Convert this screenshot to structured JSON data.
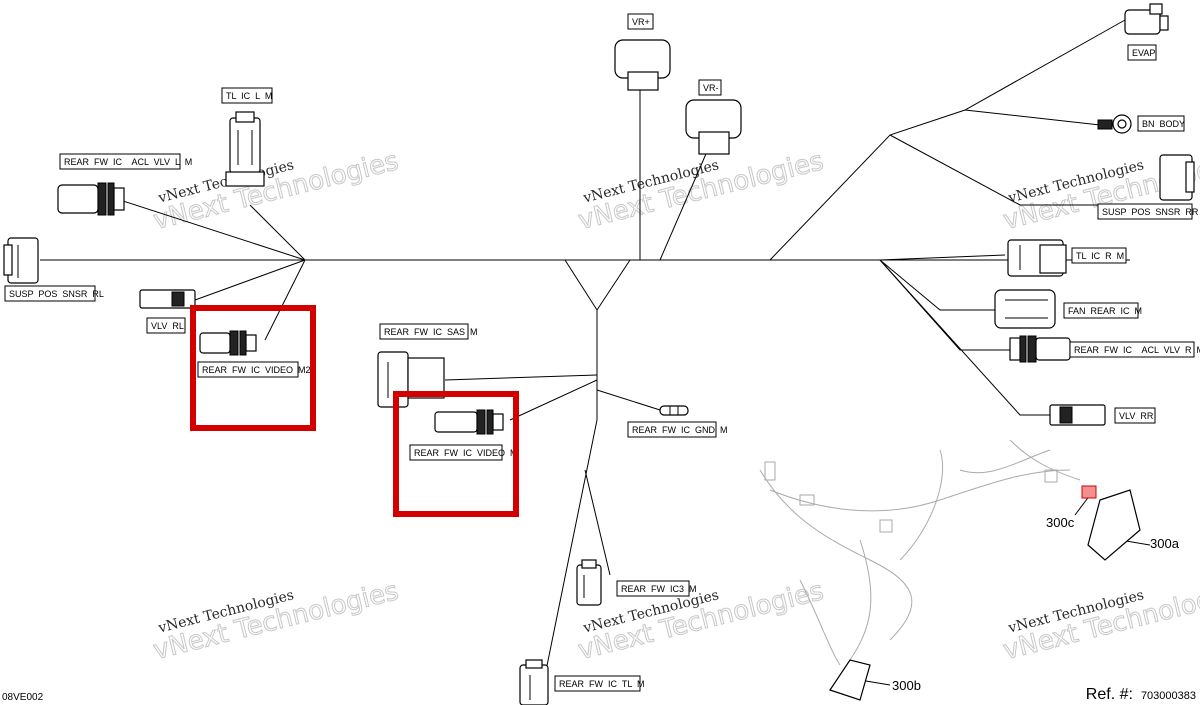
{
  "connectors": {
    "tl_ic_l_m": "TL  IC  L  M",
    "rear_fw_ic_acl_vlv_l_m": "REAR  FW  IC    ACL  VLV  L  M",
    "susp_pos_snsr_rl": "SUSP  POS  SNSR  RL",
    "vlv_rl": "VLV  RL",
    "rear_fw_ic_video_m2": "REAR  FW  IC  VIDEO  M2",
    "rear_fw_ic_sas_m": "REAR  FW  IC  SAS  M",
    "rear_fw_ic_video_m": "REAR  FW  IC  VIDEO  M",
    "rear_fw_ic_gnd_m": "REAR  FW  IC  GND  M",
    "rear_fw_ic3_m": "REAR  FW  IC3  M",
    "rear_fw_ic_tl_m": "REAR  FW  IC  TL  M",
    "vr_plus": "VR+",
    "vr_minus": "VR-",
    "evap": "EVAP",
    "bn_body": "BN  BODY",
    "susp_pos_snsr_rr": "SUSP  POS  SNSR  RR",
    "tl_ic_r_m": "TL  IC  R  M",
    "fan_rear_ic_m": "FAN  REAR  IC  M",
    "rear_fw_ic_acl_vlv_r_m": "REAR  FW  IC    ACL  VLV  R  M",
    "vlv_rr": "VLV  RR"
  },
  "callouts": {
    "c300a": "300a",
    "c300b": "300b",
    "c300c": "300c"
  },
  "watermark": {
    "line1": "vNext Technologies",
    "line2": "vNext Technologies"
  },
  "footer": {
    "page_code": "08VE002",
    "ref_label": "Ref. #:",
    "ref_number": "703000383"
  },
  "colors": {
    "highlight": "#d40000",
    "line": "#000000"
  }
}
